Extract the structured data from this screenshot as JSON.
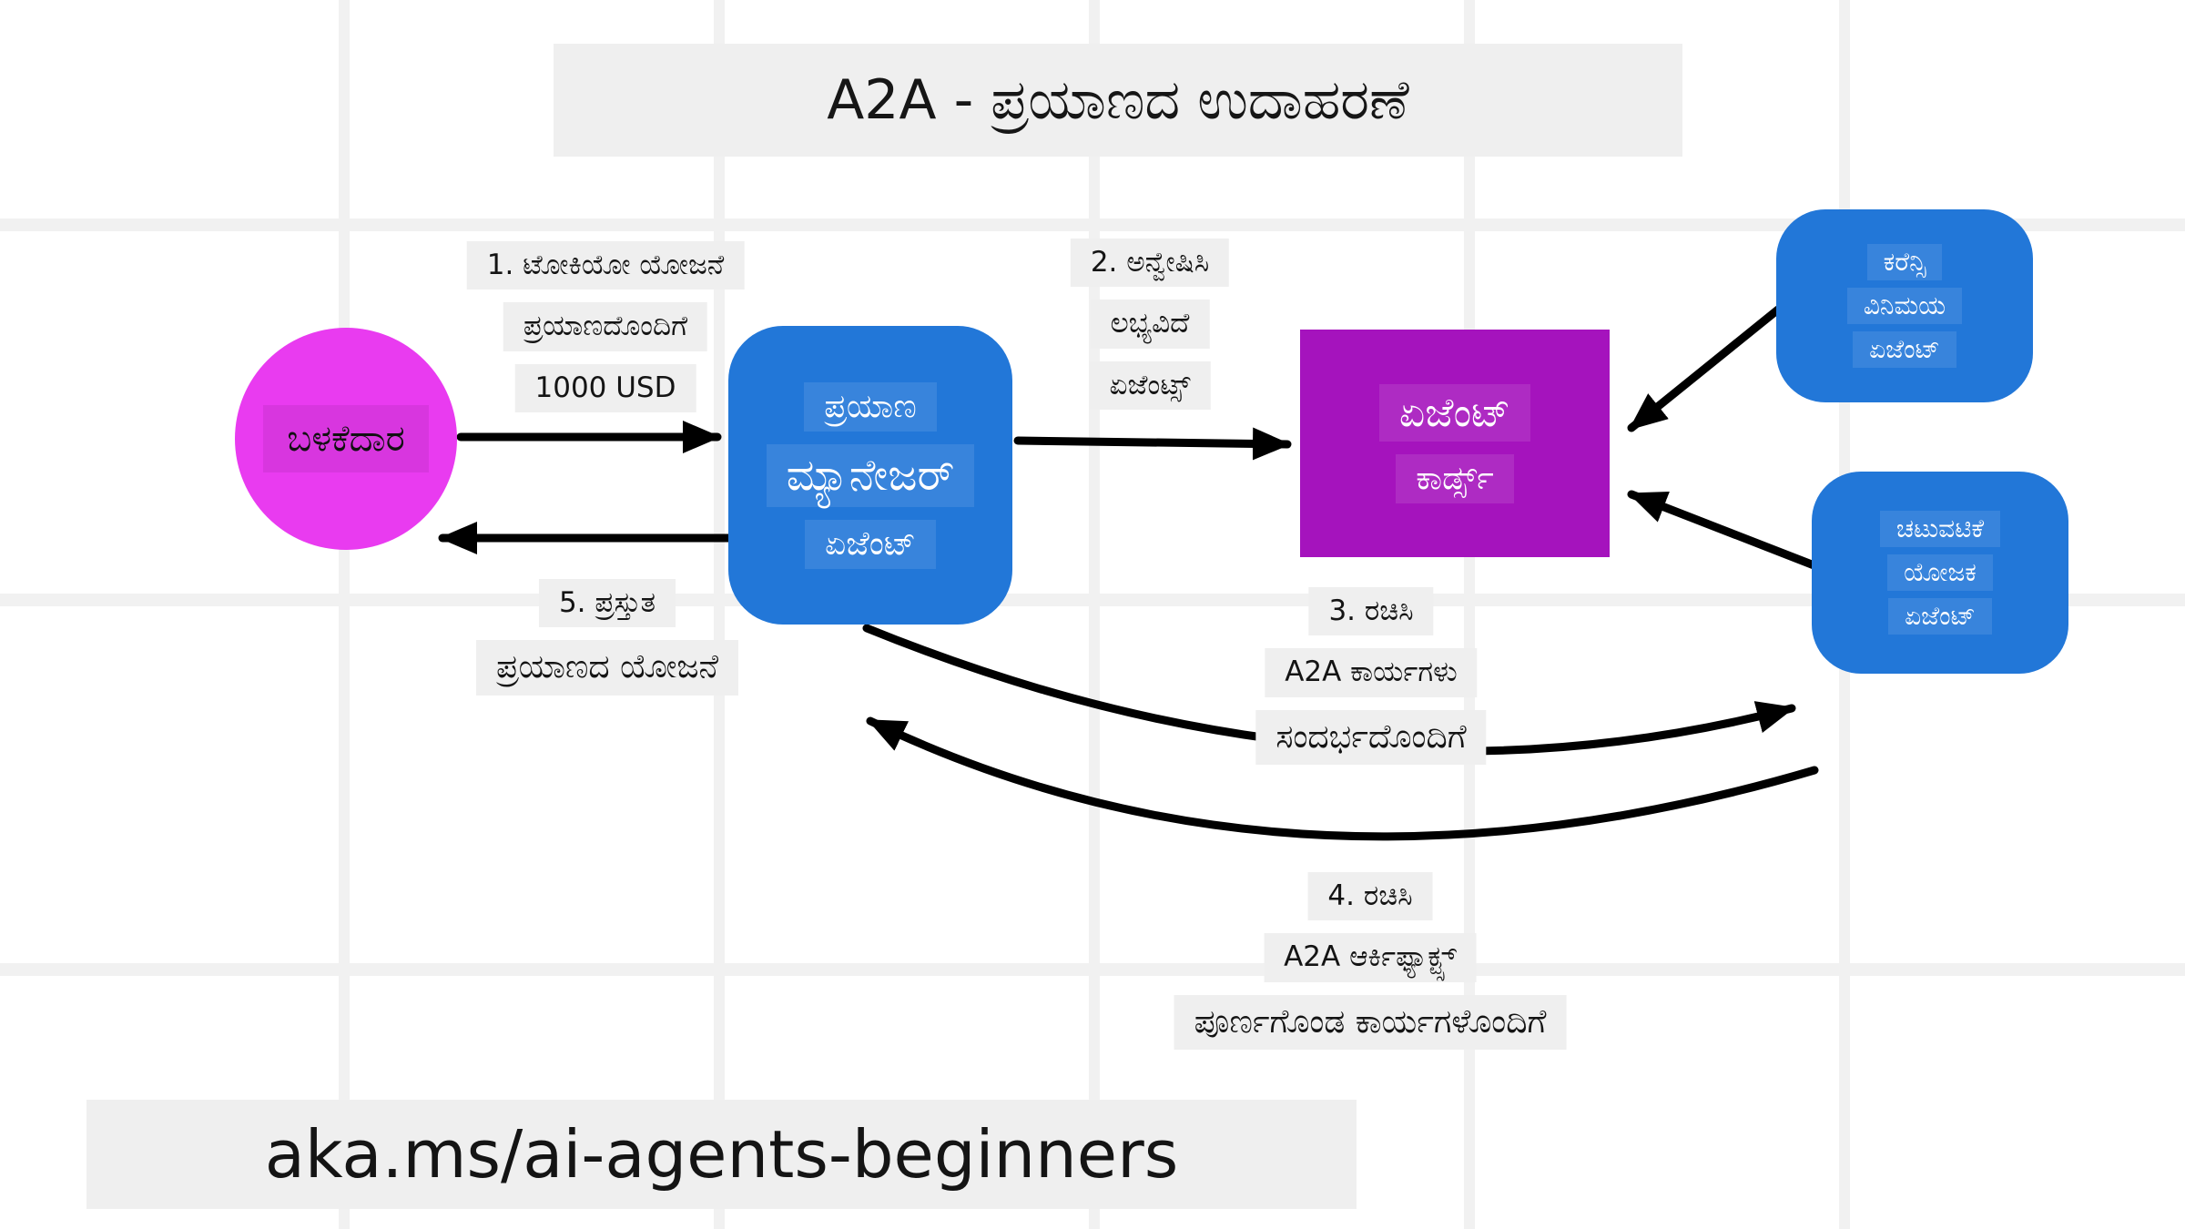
{
  "title": "A2A - ಪ್ರಯಾಣದ ಉದಾಹರಣೆ",
  "footer": "aka.ms/ai-agents-beginners",
  "colors": {
    "agent_blue": "#2277d8",
    "agent_cards_purple": "#a513bd",
    "user_magenta": "#e93bf0",
    "label_bg": "#efefef",
    "arrow": "#000000"
  },
  "nodes": {
    "user": {
      "label": "ಬಳಕೆದಾರ"
    },
    "travel_manager": {
      "lines": [
        "ಪ್ರಯಾಣ",
        "ಮ್ಯಾನೇಜರ್",
        "ಏಜೆಂಟ್"
      ]
    },
    "agent_cards": {
      "lines": [
        "ಏಜೆಂಟ್",
        "ಕಾರ್ಡ್ಸ್"
      ]
    },
    "currency_agent": {
      "lines": [
        "ಕರೆನ್ಸಿ",
        "ವಿನಿಮಯ",
        "ಏಜೆಂಟ್"
      ]
    },
    "activity_agent": {
      "lines": [
        "ಚಟುವಟಿಕೆ",
        "ಯೋಜಕ",
        "ಏಜೆಂಟ್"
      ]
    }
  },
  "edges": {
    "step1": {
      "lines": [
        "1. ಟೋಕಿಯೋ ಯೋಜನೆ",
        "ಪ್ರಯಾಣದೊಂದಿಗೆ",
        "1000 USD"
      ]
    },
    "step2": {
      "lines": [
        "2. ಅನ್ವೇಷಿಸಿ",
        "ಲಭ್ಯವಿದೆ",
        "ಏಜೆಂಟ್ಸ್"
      ]
    },
    "step3": {
      "lines": [
        "3. ರಚಿಸಿ",
        "A2A ಕಾರ್ಯಗಳು",
        "ಸಂದರ್ಭದೊಂದಿಗೆ"
      ]
    },
    "step4": {
      "lines": [
        "4. ರಚಿಸಿ",
        "A2A ಆರ್ಕಿಫ್ಯಾಕ್ಟ್ಸ್",
        "ಪೂರ್ಣಗೊಂಡ ಕಾರ್ಯಗಳೊಂದಿಗೆ"
      ]
    },
    "step5": {
      "lines": [
        "5. ಪ್ರಸ್ತುತ",
        "ಪ್ರಯಾಣದ ಯೋಜನೆ"
      ]
    }
  }
}
